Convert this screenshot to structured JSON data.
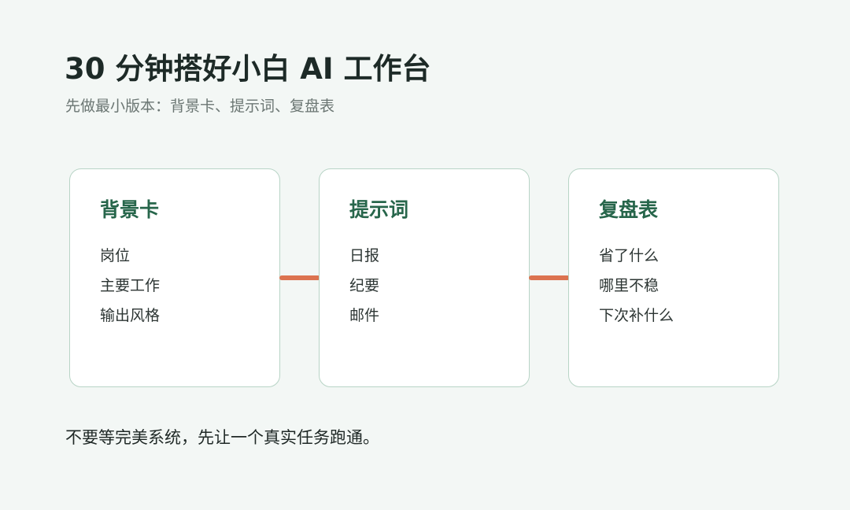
{
  "header": {
    "title": "30 分钟搭好小白 AI 工作台",
    "subtitle": "先做最小版本：背景卡、提示词、复盘表"
  },
  "cards": [
    {
      "title": "背景卡",
      "items": [
        "岗位",
        "主要工作",
        "输出风格"
      ]
    },
    {
      "title": "提示词",
      "items": [
        "日报",
        "纪要",
        "邮件"
      ]
    },
    {
      "title": "复盘表",
      "items": [
        "省了什么",
        "哪里不稳",
        "下次补什么"
      ]
    }
  ],
  "footer": {
    "text": "不要等完美系统，先让一个真实任务跑通。"
  },
  "colors": {
    "background": "#f3f7f5",
    "card_border": "#b8d4c6",
    "card_title": "#27664b",
    "connector": "#dc7350",
    "title": "#1d2a27"
  }
}
